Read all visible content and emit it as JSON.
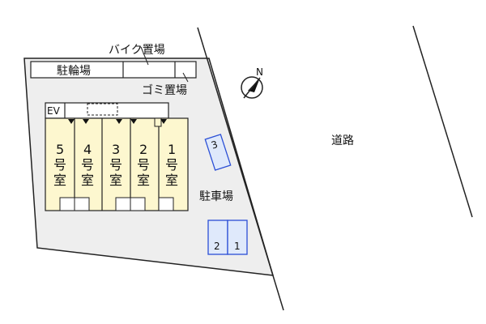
{
  "labels": {
    "bike_parking": "バイク置場",
    "bicycle_parking": "駐輪場",
    "garbage_area": "ゴミ置場",
    "elevator": "EV",
    "parking_lot": "駐車場",
    "road": "道路",
    "north": "N"
  },
  "rooms": [
    {
      "num": "5",
      "char1": "号",
      "char2": "室"
    },
    {
      "num": "4",
      "char1": "号",
      "char2": "室"
    },
    {
      "num": "3",
      "char1": "号",
      "char2": "室"
    },
    {
      "num": "2",
      "char1": "号",
      "char2": "室"
    },
    {
      "num": "1",
      "char1": "号",
      "char2": "室"
    }
  ],
  "parking_spaces": [
    "3",
    "2",
    "1"
  ],
  "colors": {
    "lot_fill": "#eeeeee",
    "building_fill": "#fdf7cf",
    "parking_fill": "#dfe9fb",
    "parking_stroke": "#2b4fd6"
  }
}
